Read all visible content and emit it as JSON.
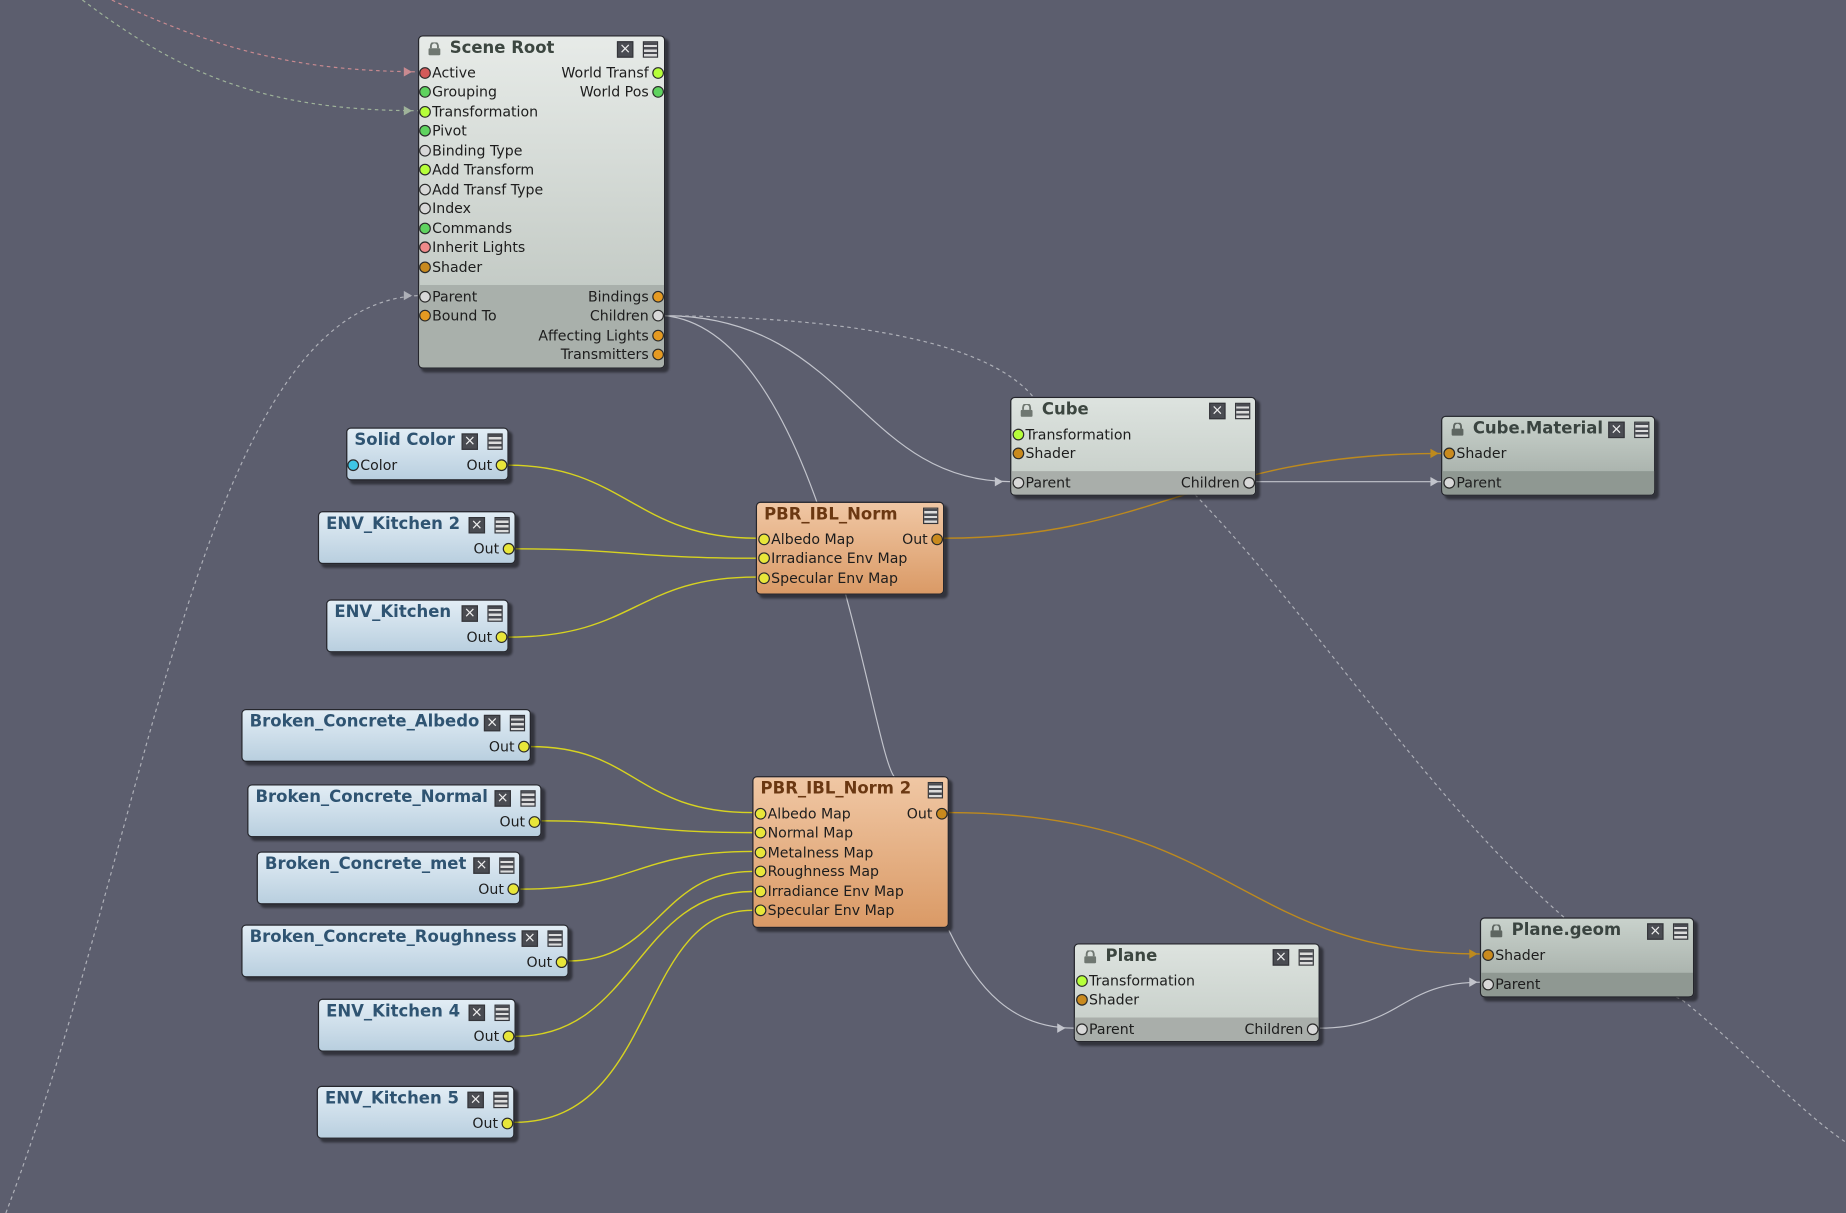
{
  "nodes": {
    "scene_root": {
      "title": "Scene Root",
      "inputs": [
        "Active",
        "Grouping",
        "Transformation",
        "Pivot",
        "Binding Type",
        "Add Transform",
        "Add Transf Type",
        "Index",
        "Commands",
        "Inherit Lights",
        "Shader"
      ],
      "outputs": [
        "World Transf",
        "World Pos"
      ],
      "hier_inputs": [
        "Parent",
        "Bound To"
      ],
      "hier_outputs": [
        "Bindings",
        "Children",
        "Affecting Lights",
        "Transmitters"
      ]
    },
    "solid_color": {
      "title": "Solid Color",
      "input": "Color",
      "output": "Out"
    },
    "env_kitchen_2": {
      "title": "ENV_Kitchen 2",
      "output": "Out"
    },
    "env_kitchen": {
      "title": "ENV_Kitchen",
      "output": "Out"
    },
    "pbr_ibl_norm": {
      "title": "PBR_IBL_Norm",
      "inputs": [
        "Albedo Map",
        "Irradiance Env Map",
        "Specular Env Map"
      ],
      "output": "Out"
    },
    "cube": {
      "title": "Cube",
      "inputs": [
        "Transformation",
        "Shader"
      ],
      "hier_input": "Parent",
      "hier_output": "Children"
    },
    "cube_material": {
      "title": "Cube.Material",
      "input": "Shader",
      "hier_input": "Parent"
    },
    "broken_concrete_albedo": {
      "title": "Broken_Concrete_Albedo",
      "output": "Out"
    },
    "broken_concrete_normal": {
      "title": "Broken_Concrete_Normal",
      "output": "Out"
    },
    "broken_concrete_met": {
      "title": "Broken_Concrete_met",
      "output": "Out"
    },
    "broken_concrete_roughness": {
      "title": "Broken_Concrete_Roughness",
      "output": "Out"
    },
    "env_kitchen_4": {
      "title": "ENV_Kitchen 4",
      "output": "Out"
    },
    "env_kitchen_5": {
      "title": "ENV_Kitchen 5",
      "output": "Out"
    },
    "pbr_ibl_norm_2": {
      "title": "PBR_IBL_Norm 2",
      "inputs": [
        "Albedo Map",
        "Normal Map",
        "Metalness Map",
        "Roughness Map",
        "Irradiance Env Map",
        "Specular Env Map"
      ],
      "output": "Out"
    },
    "plane": {
      "title": "Plane",
      "inputs": [
        "Transformation",
        "Shader"
      ],
      "hier_input": "Parent",
      "hier_output": "Children"
    },
    "plane_geom": {
      "title": "Plane.geom",
      "input": "Shader",
      "hier_input": "Parent"
    }
  },
  "colors": {
    "background": "#5c5e6e",
    "wire_texture": "#d7d320",
    "wire_shader": "#bd8a1e",
    "wire_hierarchy": "#c2c4cc",
    "port_green": "#5fd35f",
    "port_lime": "#b6ff3a",
    "port_red": "#d45a5a",
    "port_pink": "#ef8a8a",
    "port_orange": "#e59a22",
    "port_white": "#d8d8d8",
    "port_yellow": "#e8e63a",
    "port_cyan": "#3ec6e6"
  },
  "icons": [
    "lock-icon",
    "close-icon",
    "menu-icon",
    "port-dot"
  ]
}
